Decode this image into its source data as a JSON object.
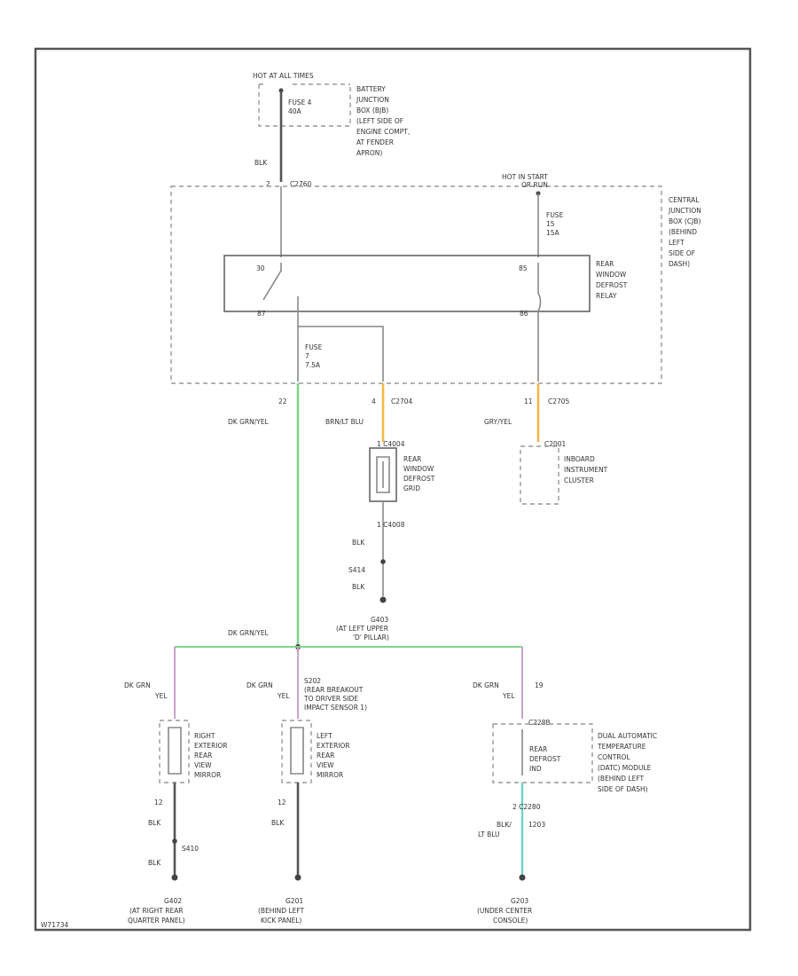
{
  "colors": {
    "green_wire": "#7fd68a",
    "orange_wire": "#f2b84b",
    "cyan_wire": "#6fd3c8",
    "pink_wire": "#c9a2c9",
    "frame": "#555555"
  },
  "labels": {
    "hot_at_all_times": "HOT AT ALL TIMES",
    "fuse4": [
      "FUSE 4",
      "40A"
    ],
    "bjb_desc": [
      "BATTERY",
      "JUNCTION",
      "BOX (BJB)",
      "(LEFT SIDE OF",
      "ENGINE COMPT,",
      "AT FENDER",
      "APRON)"
    ],
    "blk_top": "BLK",
    "c2_conn": "2",
    "c2760": "C2760",
    "hot_in_start": [
      "HOT IN START",
      "OR RUN"
    ],
    "cjb_desc": [
      "CENTRAL",
      "JUNCTION",
      "BOX (CJB)",
      "(BEHIND",
      "LEFT",
      "SIDE OF",
      "DASH)"
    ],
    "fuse15": [
      "FUSE",
      "15",
      "15A"
    ],
    "relay_desc": [
      "REAR",
      "WINDOW",
      "DEFROST",
      "RELAY"
    ],
    "relay_pins": {
      "p30": "30",
      "p85": "85",
      "p87": "87",
      "p86": "86"
    },
    "fuse7": [
      "FUSE",
      "7",
      "7.5A"
    ],
    "pin22": "22",
    "pin4": "4",
    "pin11": "11",
    "c2704": "C2704",
    "c2705": "C2705",
    "wire_dkgrn_yel": "DK GRN/YEL",
    "wire_brn_ltblu": "BRN/LT BLU",
    "wire_gry_yel": "GRY/YEL",
    "grid_conn": "1 C4004",
    "grid_desc": [
      "REAR",
      "WINDOW",
      "DEFROST",
      "GRID"
    ],
    "cluster_conn": "C2001",
    "cluster_desc": [
      "INBOARD",
      "INSTRUMENT",
      "CLUSTER"
    ],
    "c4008": "1   C4008",
    "blk_mid": "BLK",
    "s414": "S414",
    "blk_mid2": "BLK",
    "g403": [
      "G403",
      "(AT LEFT UPPER",
      "'D' PILLAR)"
    ],
    "dkgrn_yel_mid": "DK GRN/YEL",
    "s202": [
      "S202",
      "(REAR BREAKOUT",
      "TO DRIVER SIDE",
      "IMPACT SENSOR 1)"
    ],
    "dkgrn_left": [
      "DK GRN",
      "YEL"
    ],
    "dkgrn_mid": [
      "DK GRN",
      "YEL"
    ],
    "dkgrn_right": [
      "DK GRN",
      "YEL"
    ],
    "pin19": "19",
    "right_mirror": [
      "RIGHT",
      "EXTERIOR",
      "REAR",
      "VIEW",
      "MIRROR"
    ],
    "left_mirror": [
      "LEFT",
      "EXTERIOR",
      "REAR",
      "VIEW",
      "MIRROR"
    ],
    "c228b": "C228B",
    "datc_in": [
      "REAR",
      "DEFROST",
      "IND"
    ],
    "datc_desc": [
      "DUAL AUTOMATIC",
      "TEMPERATURE",
      "CONTROL",
      "(DATC) MODULE",
      "(BEHIND LEFT",
      "SIDE OF DASH)"
    ],
    "pin12_left": "12",
    "pin12_mid": "12",
    "blk_left": "BLK",
    "blk_midlow": "BLK",
    "s410": "S410",
    "blk_left2": "BLK",
    "c2280": "2   C2280",
    "blk_ltblu": [
      "BLK/",
      "LT BLU"
    ],
    "pin1203": "1203",
    "g402": [
      "G402",
      "(AT RIGHT REAR",
      "QUARTER PANEL)"
    ],
    "g201": [
      "G201",
      "(BEHIND LEFT",
      "KICK PANEL)"
    ],
    "g203": [
      "G203",
      "(UNDER CENTER",
      "CONSOLE)"
    ],
    "footer_id": "W71734"
  }
}
